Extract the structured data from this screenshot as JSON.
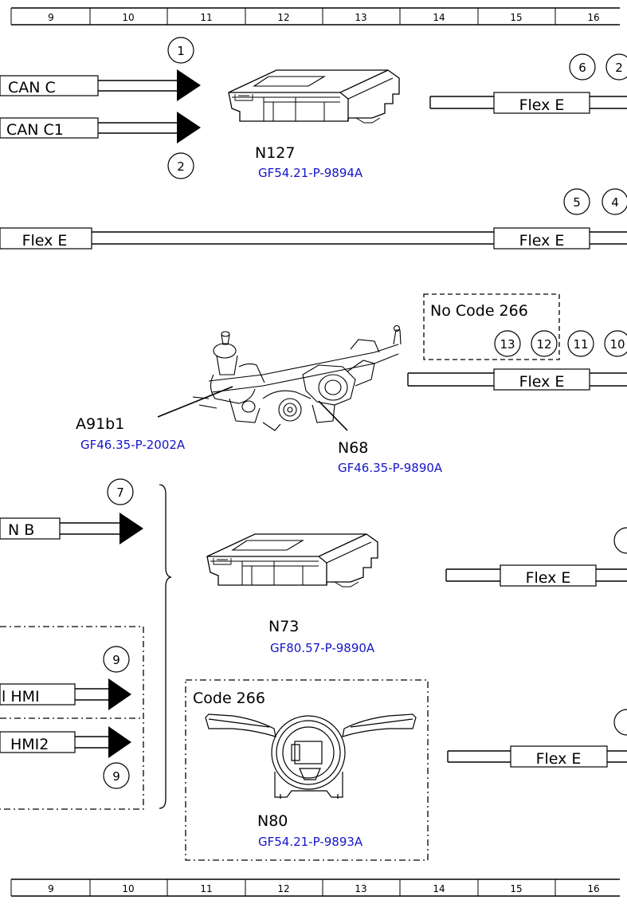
{
  "grid_columns": [
    "9",
    "10",
    "11",
    "12",
    "13",
    "14",
    "15",
    "16"
  ],
  "signals": {
    "can_c": "CAN C",
    "can_c1": "CAN C1",
    "flex_e": "Flex E",
    "can_b": "N B",
    "hmi": "l HMI",
    "hmi2": "HMI2"
  },
  "callouts": {
    "c1": "1",
    "c2": "2",
    "c6": "6",
    "c2b": "2",
    "c5": "5",
    "c4": "4",
    "c13": "13",
    "c12": "12",
    "c11": "11",
    "c10": "10",
    "c7": "7",
    "c9a": "9",
    "c9b": "9"
  },
  "boxes": {
    "no_code_266": "No Code 266",
    "code_266": "Code 266"
  },
  "components": {
    "n127": {
      "label": "N127",
      "ref": "GF54.21-P-9894A"
    },
    "a91b1": {
      "label": "A91b1",
      "ref": "GF46.35-P-2002A"
    },
    "n68": {
      "label": "N68",
      "ref": "GF46.35-P-9890A"
    },
    "n73": {
      "label": "N73",
      "ref": "GF80.57-P-9890A"
    },
    "n80": {
      "label": "N80",
      "ref": "GF54.21-P-9893A"
    }
  },
  "colors": {
    "reference_link": "#1515c8",
    "line": "#000000"
  }
}
